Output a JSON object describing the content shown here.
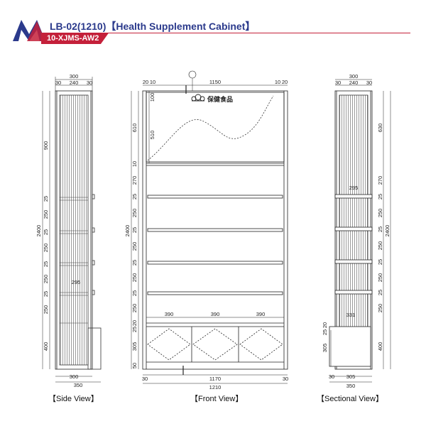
{
  "header": {
    "title": "LB-02(1210)【Health Supplement Cabinet】",
    "code": "10-XJMS-AW2",
    "brand_color": "#2b3a8c",
    "accent_color": "#c4203a"
  },
  "front_view": {
    "caption": "【Front View】",
    "sign_text": "保健食品",
    "top_dims": [
      "20",
      "10",
      "1150",
      "10",
      "20"
    ],
    "bottom_dims": [
      "30",
      "1170",
      "30",
      "1210"
    ],
    "left_dims": [
      "2400",
      "100",
      "610",
      "510",
      "10",
      "270",
      "25",
      "250",
      "25",
      "250",
      "25",
      "250",
      "25",
      "250",
      "20",
      "25",
      "305",
      "50"
    ],
    "drawer_dims": [
      "390",
      "390",
      "390"
    ]
  },
  "side_view": {
    "caption": "【Side View】",
    "top_dims": [
      "300",
      "30",
      "240",
      "30"
    ],
    "bottom_dims": [
      "300",
      "350"
    ],
    "left_dims": [
      "900",
      "2400",
      "25",
      "250",
      "25",
      "250",
      "25",
      "250",
      "25",
      "250",
      "400"
    ],
    "inner_dim": "295"
  },
  "sectional_view": {
    "caption": "【Sectional View】",
    "top_dims": [
      "300",
      "30",
      "240",
      "30"
    ],
    "bottom_dims": [
      "30",
      "305",
      "350"
    ],
    "right_dims": [
      "630",
      "2400",
      "270",
      "25",
      "250",
      "25",
      "250",
      "25",
      "250",
      "25",
      "250",
      "20",
      "25",
      "305",
      "400"
    ],
    "inner_dims": [
      "295",
      "331"
    ]
  }
}
